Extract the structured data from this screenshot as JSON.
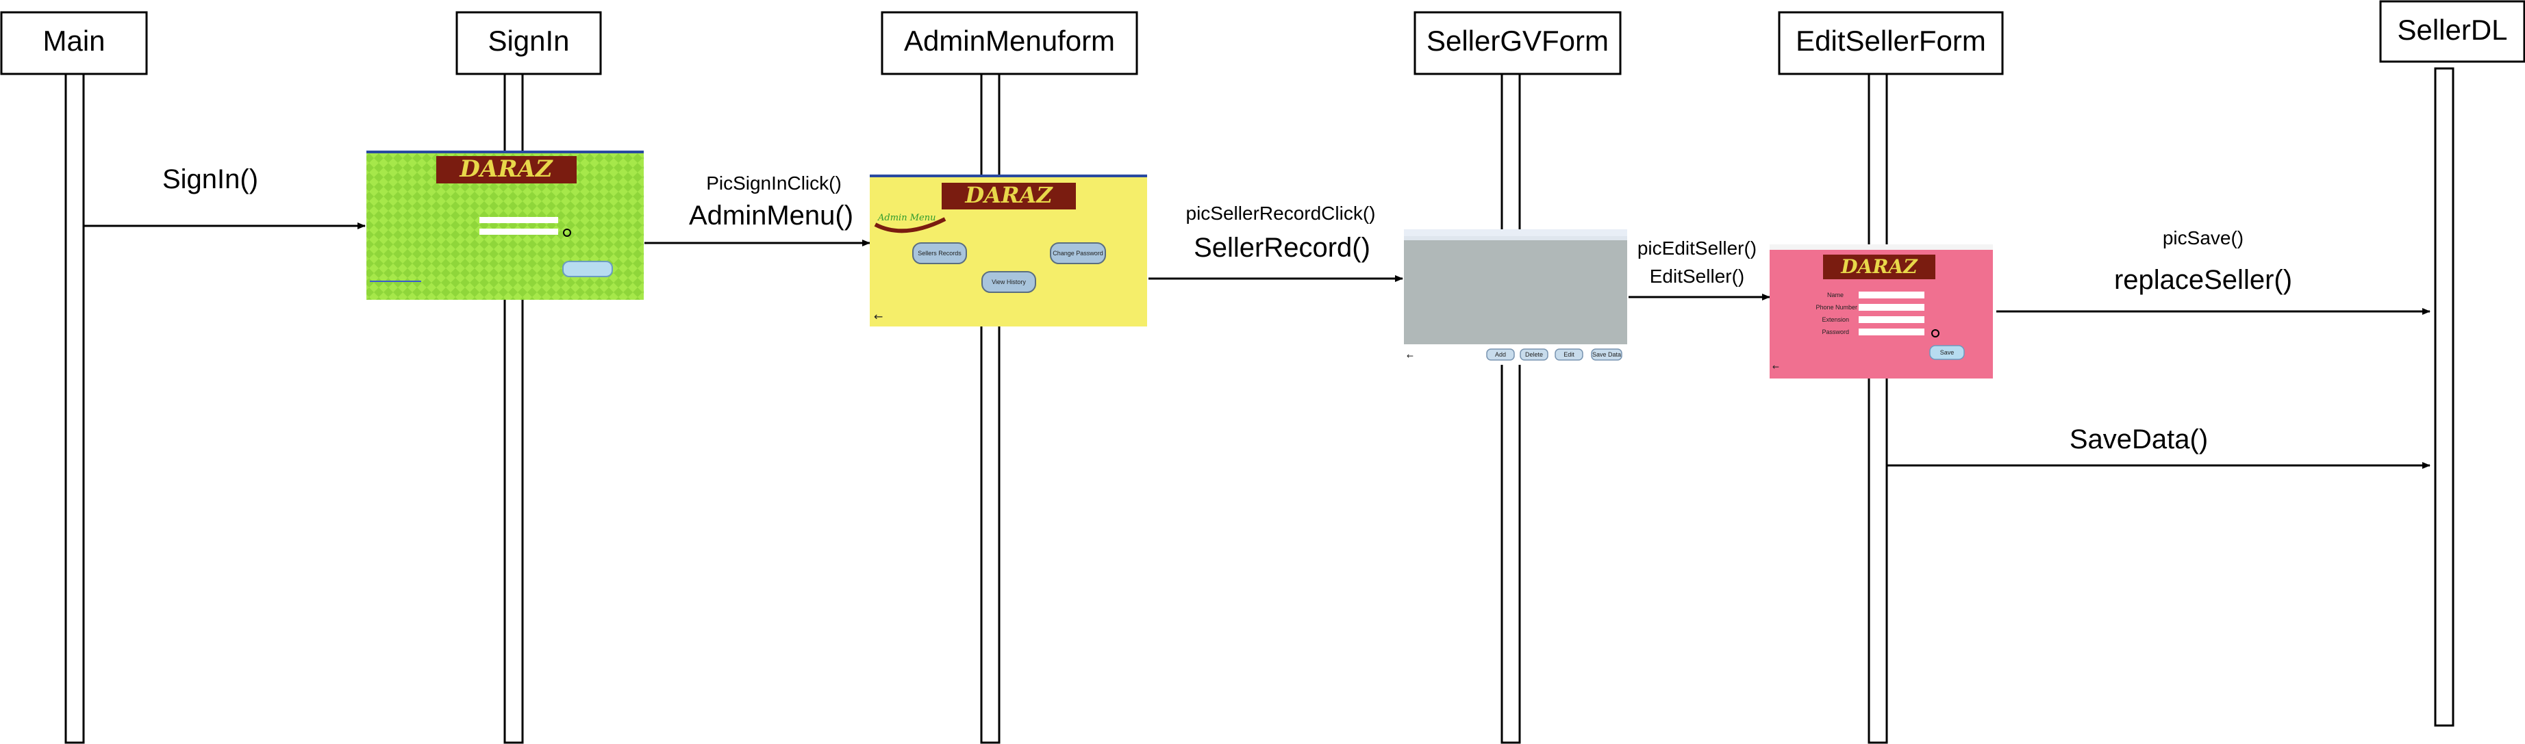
{
  "lifelines": [
    {
      "name": "Main"
    },
    {
      "name": "SignIn"
    },
    {
      "name": "AdminMenuform"
    },
    {
      "name": "SellerGVForm"
    },
    {
      "name": "EditSellerForm"
    },
    {
      "name": "SellerDL"
    }
  ],
  "messages": [
    {
      "from": "Main",
      "to": "SignIn",
      "top_label": "",
      "label": "SignIn()"
    },
    {
      "from": "SignIn",
      "to": "AdminMenuform",
      "top_label": "PicSignInClick()",
      "label": "AdminMenu()"
    },
    {
      "from": "AdminMenuform",
      "to": "SellerGVForm",
      "top_label": "picSellerRecordClick()",
      "label": "SellerRecord()"
    },
    {
      "from": "SellerGVForm",
      "to": "EditSellerForm",
      "top_label": "picEditSeller()",
      "label": "EditSeller()"
    },
    {
      "from": "EditSellerForm",
      "to": "SellerDL",
      "top_label": "picSave()",
      "label": "replaceSeller()"
    },
    {
      "from": "EditSellerForm",
      "to": "SellerDL",
      "top_label": "",
      "label": "SaveData()"
    }
  ],
  "screens": {
    "brand": "DARAZ",
    "signin": {
      "bg_color": "#a6e84a"
    },
    "adminmenu": {
      "bg_color": "#f5ee6a",
      "buttons": [
        "Sellers Records",
        "Change Password",
        "View History"
      ]
    },
    "sellergv": {
      "bg_color": "#b0b8b8",
      "buttons": [
        "Add",
        "Delete",
        "Edit",
        "Save Data"
      ]
    },
    "editseller": {
      "bg_color": "#f07090",
      "fields": [
        "Name",
        "Phone Number",
        "Extension",
        "Password"
      ],
      "button": "Save"
    }
  },
  "colors": {
    "line": "#000000",
    "box_fill": "#ffffff",
    "brand_bg": "#7a1c10",
    "brand_text": "#e8d84a"
  }
}
